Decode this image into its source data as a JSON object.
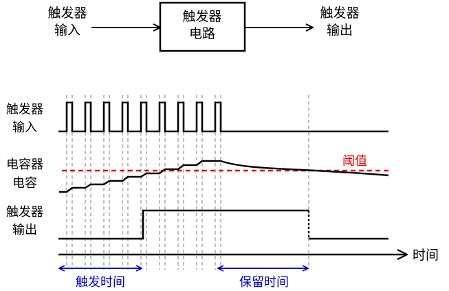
{
  "block_diagram": {
    "input_label": [
      "触发器",
      "输入"
    ],
    "block_label": [
      "触发器",
      "电路"
    ],
    "output_label": [
      "触发器",
      "输出"
    ]
  },
  "timing": {
    "row_labels": {
      "trigger_input": [
        "触发器",
        "输入"
      ],
      "capacitor": [
        "电容器",
        "电容"
      ],
      "trigger_output": [
        "触发器",
        "输出"
      ]
    },
    "threshold_label": "阈值",
    "time_axis_label": "时间",
    "trigger_time_label": "触发时间",
    "hold_time_label": "保留时间",
    "pulse_count": 9,
    "output_goes_high_after_pulse": 5
  },
  "colors": {
    "threshold": "#e00000",
    "span_arrows": "#0000cc",
    "text_blue": "#0000cc",
    "guide_lines": "#bdbdbd",
    "signal": "#000000"
  }
}
